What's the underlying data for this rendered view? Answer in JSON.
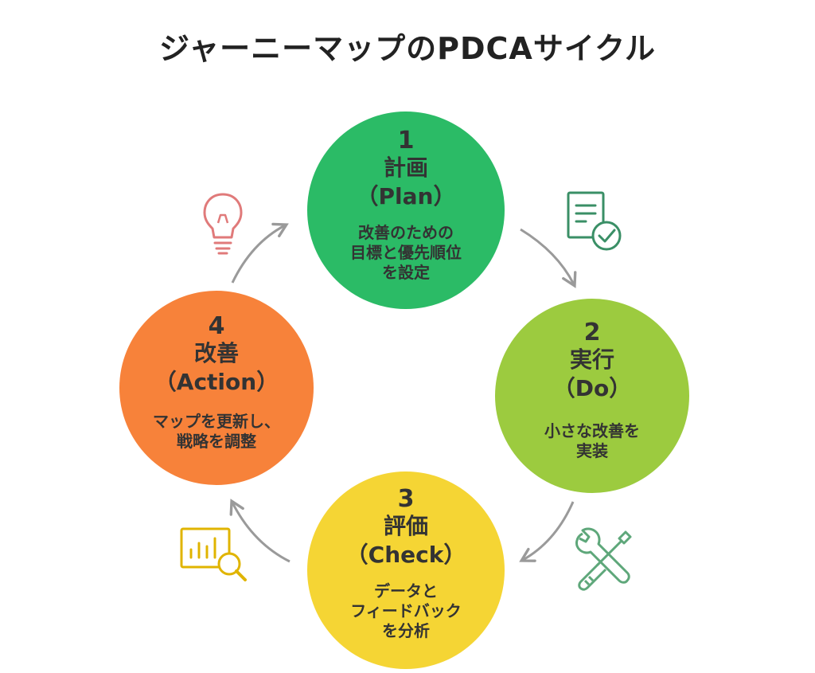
{
  "title": "ジャーニーマップのPDCAサイクル",
  "steps": [
    {
      "number": "1",
      "name": "計画",
      "english": "（Plan）",
      "desc": [
        "改善のための",
        "目標と優先順位",
        "を設定"
      ],
      "color": "#2bbb66",
      "icon": "checklist-document-icon"
    },
    {
      "number": "2",
      "name": "実行",
      "english": "（Do）",
      "desc": [
        "小さな改善を",
        "実装"
      ],
      "color": "#9ccb3f",
      "icon": "wrench-screwdriver-icon"
    },
    {
      "number": "3",
      "name": "評価",
      "english": "（Check）",
      "desc": [
        "データと",
        "フィードバック",
        "を分析"
      ],
      "color": "#f5d534",
      "icon": "analytics-magnifier-icon"
    },
    {
      "number": "4",
      "name": "改善",
      "english": "（Action）",
      "desc": [
        "マップを更新し、",
        "戦略を調整"
      ],
      "color": "#f7823a",
      "icon": "lightbulb-icon"
    }
  ],
  "colors": {
    "arrow": "#9a9a9a",
    "icon_plan": "#3a8f66",
    "icon_do": "#5ea77a",
    "icon_check": "#e0b400",
    "icon_action": "#e07a7a"
  }
}
